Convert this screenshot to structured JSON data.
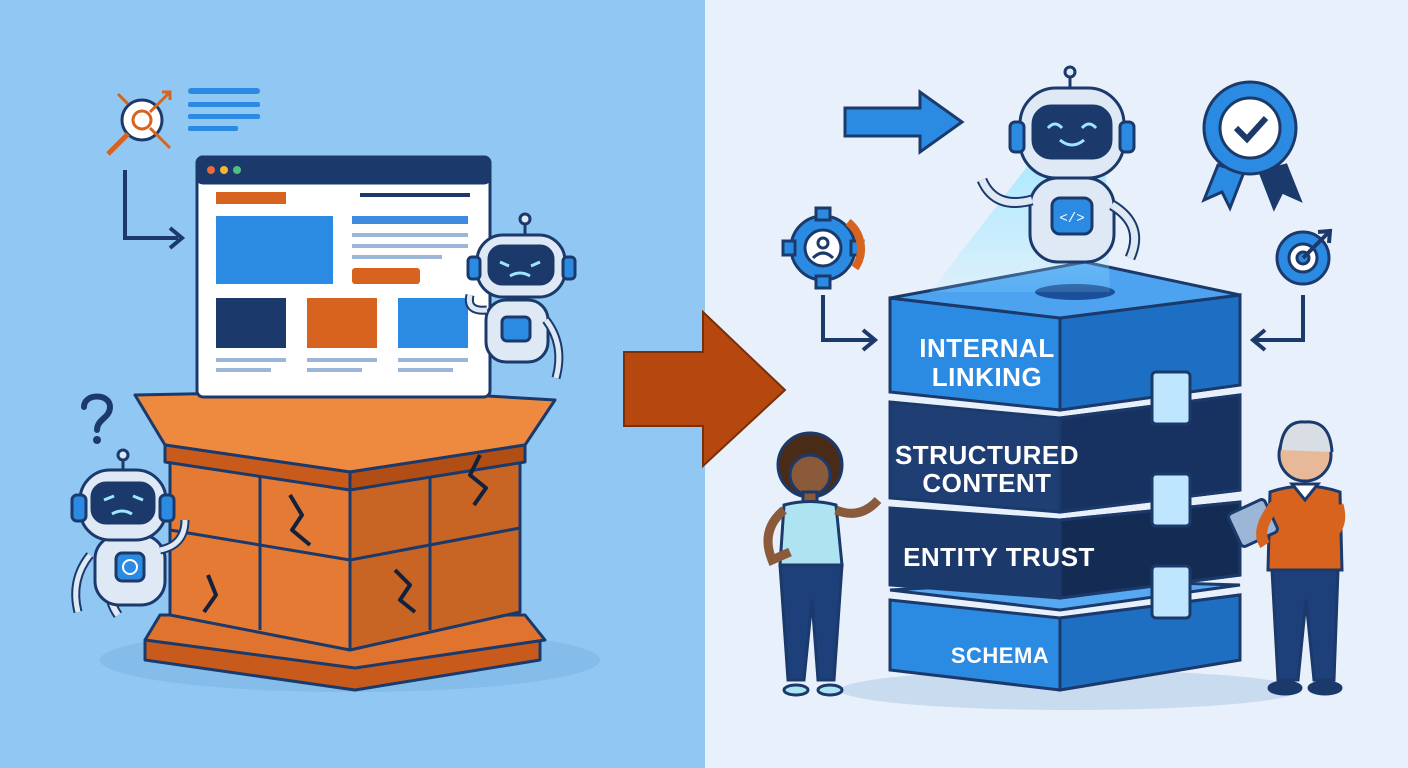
{
  "right": {
    "foundation_stack": [
      {
        "lines": [
          "INTERNAL",
          "LINKING"
        ]
      },
      {
        "lines": [
          "STRUCTURED",
          "CONTENT"
        ]
      },
      {
        "lines": [
          "ENTITY TRUST"
        ]
      },
      {
        "lines": [
          "SCHEMA"
        ]
      }
    ]
  },
  "colors": {
    "left_bg": "#90c8f3",
    "right_bg": "#e8f1fb",
    "accent_orange": "#d7631f",
    "navy": "#1b3a6b",
    "brand_blue": "#2b8ae2"
  },
  "icons": [
    "search-analytics-icon",
    "text-lines-icon",
    "question-mark-icon",
    "gear-person-icon",
    "target-arrow-icon",
    "verified-badge-icon",
    "transition-arrow-icon"
  ]
}
